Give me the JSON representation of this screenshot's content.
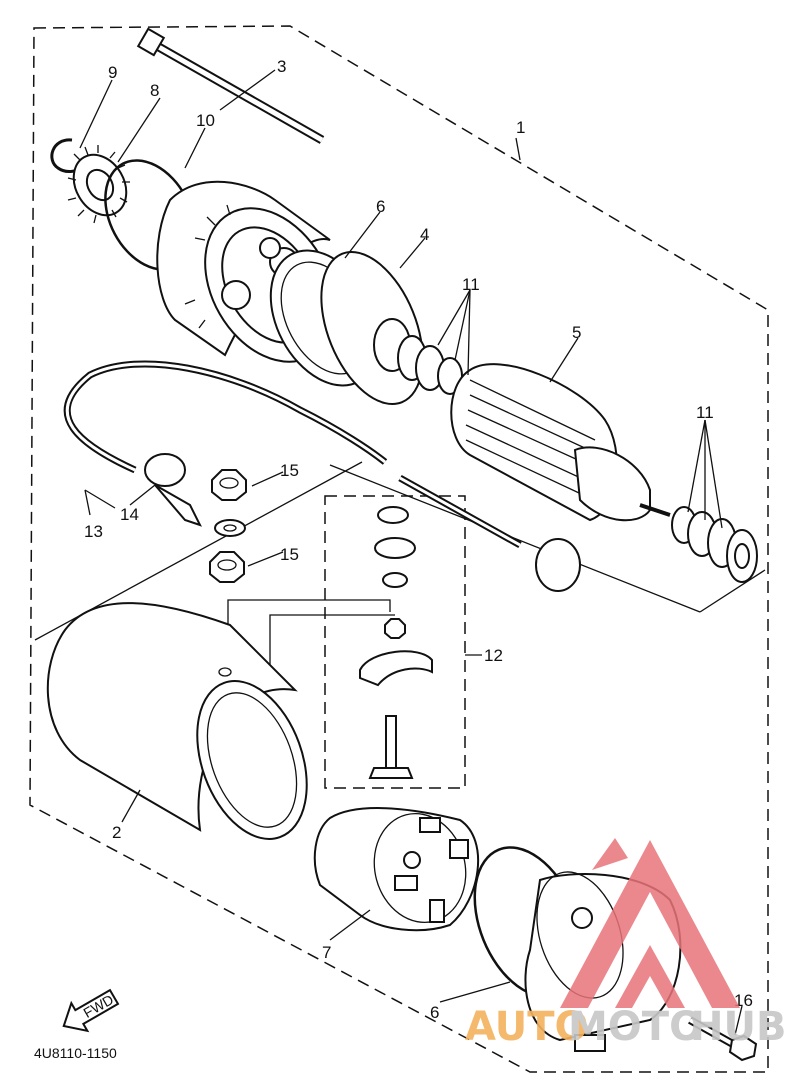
{
  "diagram": {
    "drawing_code": "4U8110-1150",
    "fwd_label": "FWD",
    "callouts": {
      "n1": "1",
      "n2": "2",
      "n3": "3",
      "n4": "4",
      "n5": "5",
      "n6a": "6",
      "n6b": "6",
      "n7": "7",
      "n8": "8",
      "n9": "9",
      "n10": "10",
      "n11a": "11",
      "n11b": "11",
      "n12": "12",
      "n13": "13",
      "n14": "14",
      "n15a": "15",
      "n15b": "15",
      "n16": "16"
    }
  },
  "watermark": {
    "text_left": "AUTO",
    "text_mid": "MOTO",
    "text_right": "HUB",
    "colors": {
      "red": "#e8747a",
      "orange": "#f4b25e",
      "gray": "#c7c7c7"
    }
  }
}
